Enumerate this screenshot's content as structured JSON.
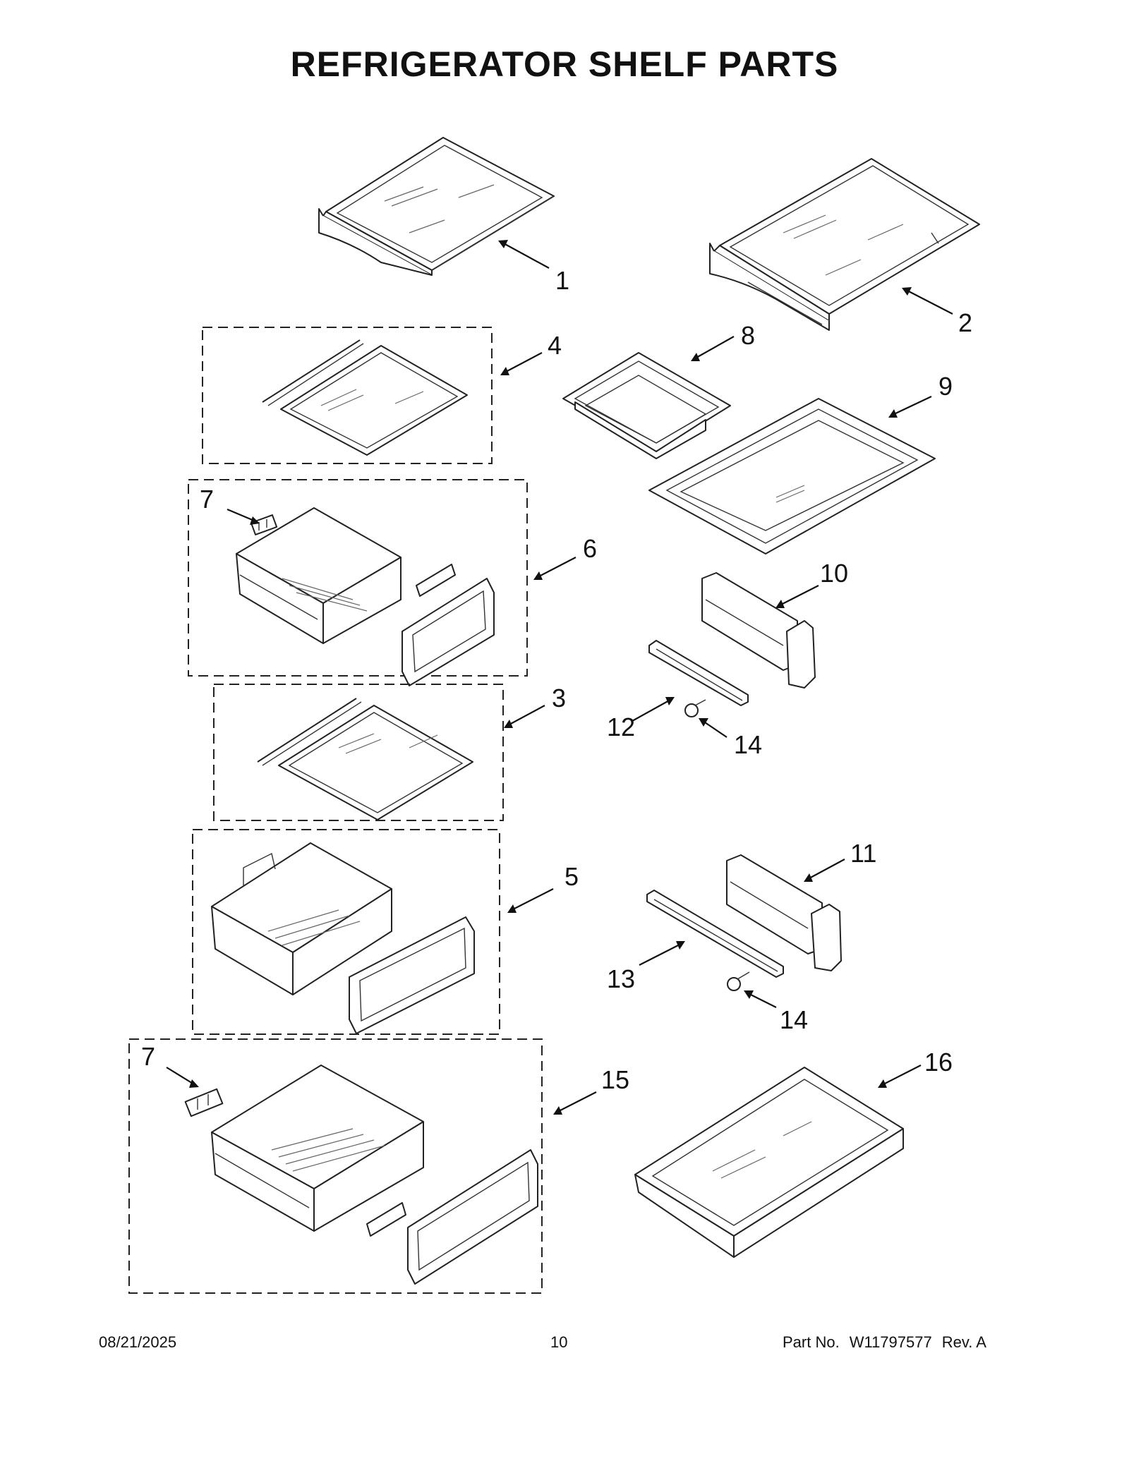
{
  "title": "REFRIGERATOR SHELF PARTS",
  "callouts": [
    {
      "id": "c1",
      "label": "1"
    },
    {
      "id": "c2",
      "label": "2"
    },
    {
      "id": "c3",
      "label": "3"
    },
    {
      "id": "c4",
      "label": "4"
    },
    {
      "id": "c5",
      "label": "5"
    },
    {
      "id": "c6",
      "label": "6"
    },
    {
      "id": "c7a",
      "label": "7"
    },
    {
      "id": "c7b",
      "label": "7"
    },
    {
      "id": "c8",
      "label": "8"
    },
    {
      "id": "c9",
      "label": "9"
    },
    {
      "id": "c10",
      "label": "10"
    },
    {
      "id": "c11",
      "label": "11"
    },
    {
      "id": "c12",
      "label": "12"
    },
    {
      "id": "c13",
      "label": "13"
    },
    {
      "id": "c14a",
      "label": "14"
    },
    {
      "id": "c14b",
      "label": "14"
    },
    {
      "id": "c15",
      "label": "15"
    },
    {
      "id": "c16",
      "label": "16"
    }
  ],
  "footer": {
    "date": "08/21/2025",
    "page": "10",
    "part_label": "Part No.",
    "part_number": "W11797577",
    "revision": "Rev.  A"
  }
}
